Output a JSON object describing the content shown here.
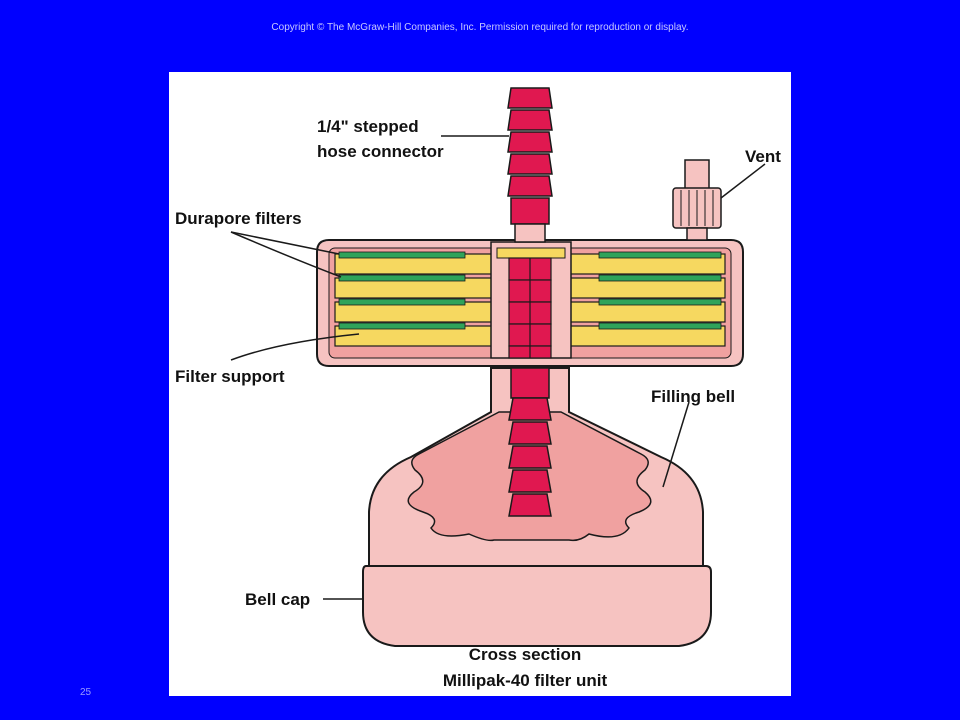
{
  "slide": {
    "copyright": "Copyright © The McGraw-Hill Companies, Inc. Permission required for reproduction or display.",
    "number": "25"
  },
  "diagram": {
    "labels": {
      "hose_connector_line1": "1/4\" stepped",
      "hose_connector_line2": "hose connector",
      "vent": "Vent",
      "durapore_filters": "Durapore filters",
      "filter_support": "Filter support",
      "filling_bell": "Filling bell",
      "bell_cap": "Bell cap",
      "caption_line1": "Cross section",
      "caption_line2": "Millipak-40 filter unit"
    },
    "colors": {
      "background": "#0000ff",
      "housing": "#f6c3c1",
      "housing_dark": "#f0a1a0",
      "connector": "#e01850",
      "filter_support": "#f6d860",
      "filter_membrane": "#2fa35a",
      "outline": "#1a1a1a"
    }
  }
}
